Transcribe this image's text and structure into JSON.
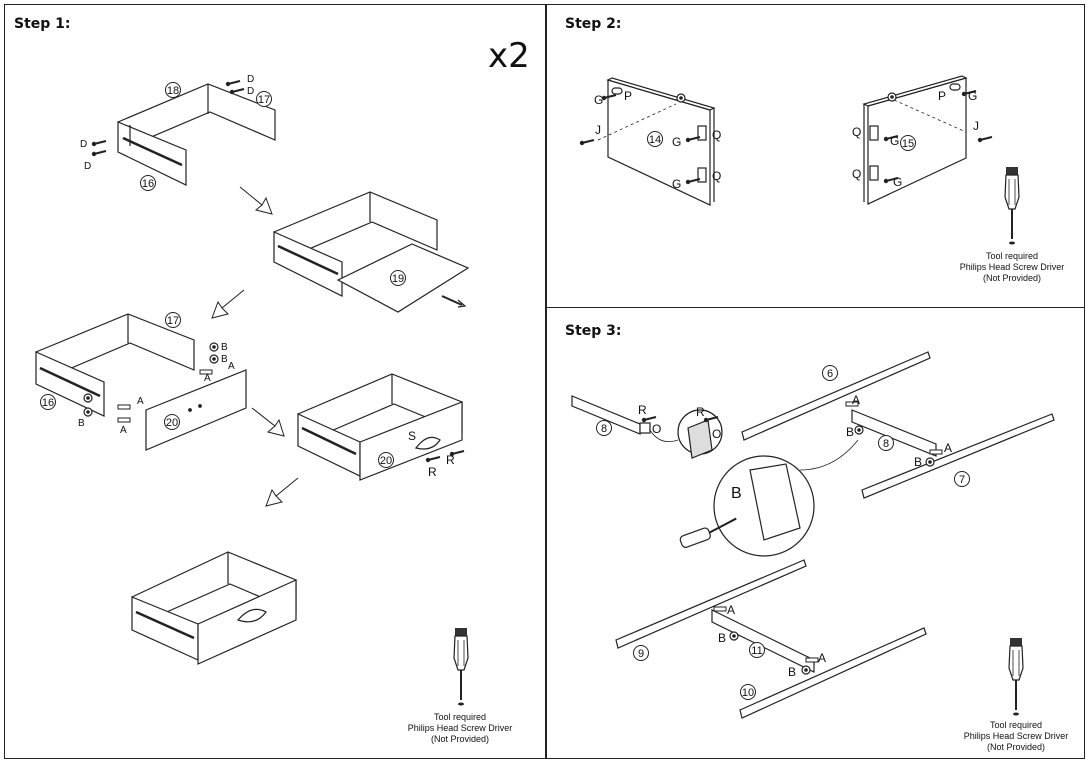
{
  "step1": {
    "title": "Step 1:",
    "multiplier": "x2",
    "parts": {
      "p18": "18",
      "p17": "17",
      "p16": "16",
      "p19": "19",
      "p17b": "17",
      "p16b": "16",
      "p20": "20",
      "p20b": "20"
    },
    "letters": {
      "D": "D",
      "B": "B",
      "A": "A",
      "S": "S",
      "R": "R"
    },
    "tool": {
      "line1": "Tool required",
      "line2": "Philips Head Screw Driver",
      "line3": "(Not Provided)"
    }
  },
  "step2": {
    "title": "Step 2:",
    "parts": {
      "p14": "14",
      "p15": "15"
    },
    "letters": {
      "G": "G",
      "P": "P",
      "J": "J",
      "Q": "Q"
    },
    "tool": {
      "line1": "Tool required",
      "line2": "Philips Head Screw Driver",
      "line3": "(Not Provided)"
    }
  },
  "step3": {
    "title": "Step 3:",
    "parts": {
      "p6": "6",
      "p7": "7",
      "p8": "8",
      "p8b": "8",
      "p9": "9",
      "p10": "10",
      "p11": "11"
    },
    "letters": {
      "A": "A",
      "B": "B",
      "R": "R",
      "O": "O"
    },
    "tool": {
      "line1": "Tool required",
      "line2": "Philips Head Screw Driver",
      "line3": "(Not Provided)"
    }
  },
  "colors": {
    "line": "#222222",
    "fill": "#ffffff",
    "shade": "#dddddd"
  }
}
